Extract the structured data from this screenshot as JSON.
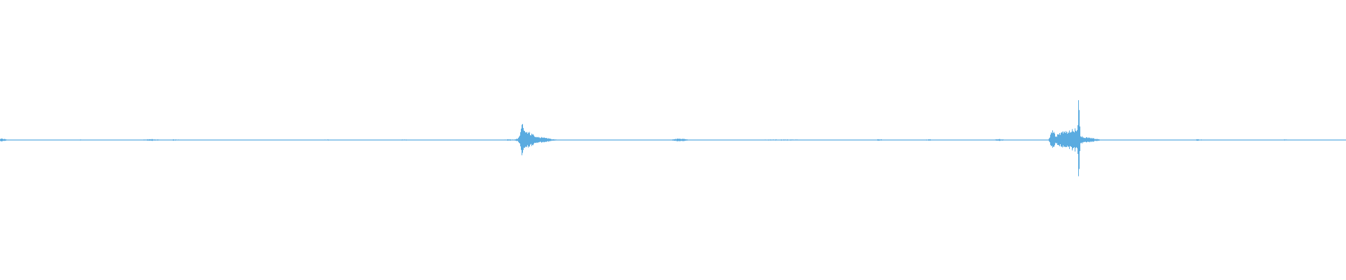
{
  "colors": {
    "background": "#ffffff",
    "waveform": "#5aabe0"
  },
  "chart_data": {
    "type": "line",
    "title": "",
    "xlabel": "",
    "ylabel": "",
    "grid": false,
    "legend": "none",
    "ylim": [
      -1,
      1
    ],
    "series": [
      {
        "style": "waveform-envelope",
        "baseline_amplitude": 0.006,
        "bursts": [
          {
            "x": 0.001,
            "amplitude": 0.03,
            "width": 0.004
          },
          {
            "x": 0.06,
            "amplitude": 0.012,
            "width": 0.004
          },
          {
            "x": 0.112,
            "amplitude": 0.018,
            "width": 0.008
          },
          {
            "x": 0.13,
            "amplitude": 0.015,
            "width": 0.004
          },
          {
            "x": 0.243,
            "amplitude": 0.013,
            "width": 0.006
          },
          {
            "x": 0.3,
            "amplitude": 0.012,
            "width": 0.004
          },
          {
            "x": 0.378,
            "amplitude": 0.016,
            "width": 0.006
          },
          {
            "x": 0.388,
            "amplitude": 0.33,
            "width": 0.002
          },
          {
            "x": 0.392,
            "amplitude": 0.17,
            "width": 0.006
          },
          {
            "x": 0.4,
            "amplitude": 0.06,
            "width": 0.01
          },
          {
            "x": 0.505,
            "amplitude": 0.03,
            "width": 0.006
          },
          {
            "x": 0.58,
            "amplitude": 0.012,
            "width": 0.03
          },
          {
            "x": 0.653,
            "amplitude": 0.016,
            "width": 0.004
          },
          {
            "x": 0.69,
            "amplitude": 0.015,
            "width": 0.004
          },
          {
            "x": 0.742,
            "amplitude": 0.02,
            "width": 0.004
          },
          {
            "x": 0.782,
            "amplitude": 0.24,
            "width": 0.002
          },
          {
            "x": 0.79,
            "amplitude": 0.2,
            "width": 0.006
          },
          {
            "x": 0.797,
            "amplitude": 0.26,
            "width": 0.006
          },
          {
            "x": 0.8012,
            "amplitude": 1.0,
            "width": 0.0008
          },
          {
            "x": 0.805,
            "amplitude": 0.06,
            "width": 0.01
          },
          {
            "x": 0.89,
            "amplitude": 0.015,
            "width": 0.004
          },
          {
            "x": 0.955,
            "amplitude": 0.013,
            "width": 0.004
          }
        ]
      }
    ]
  }
}
